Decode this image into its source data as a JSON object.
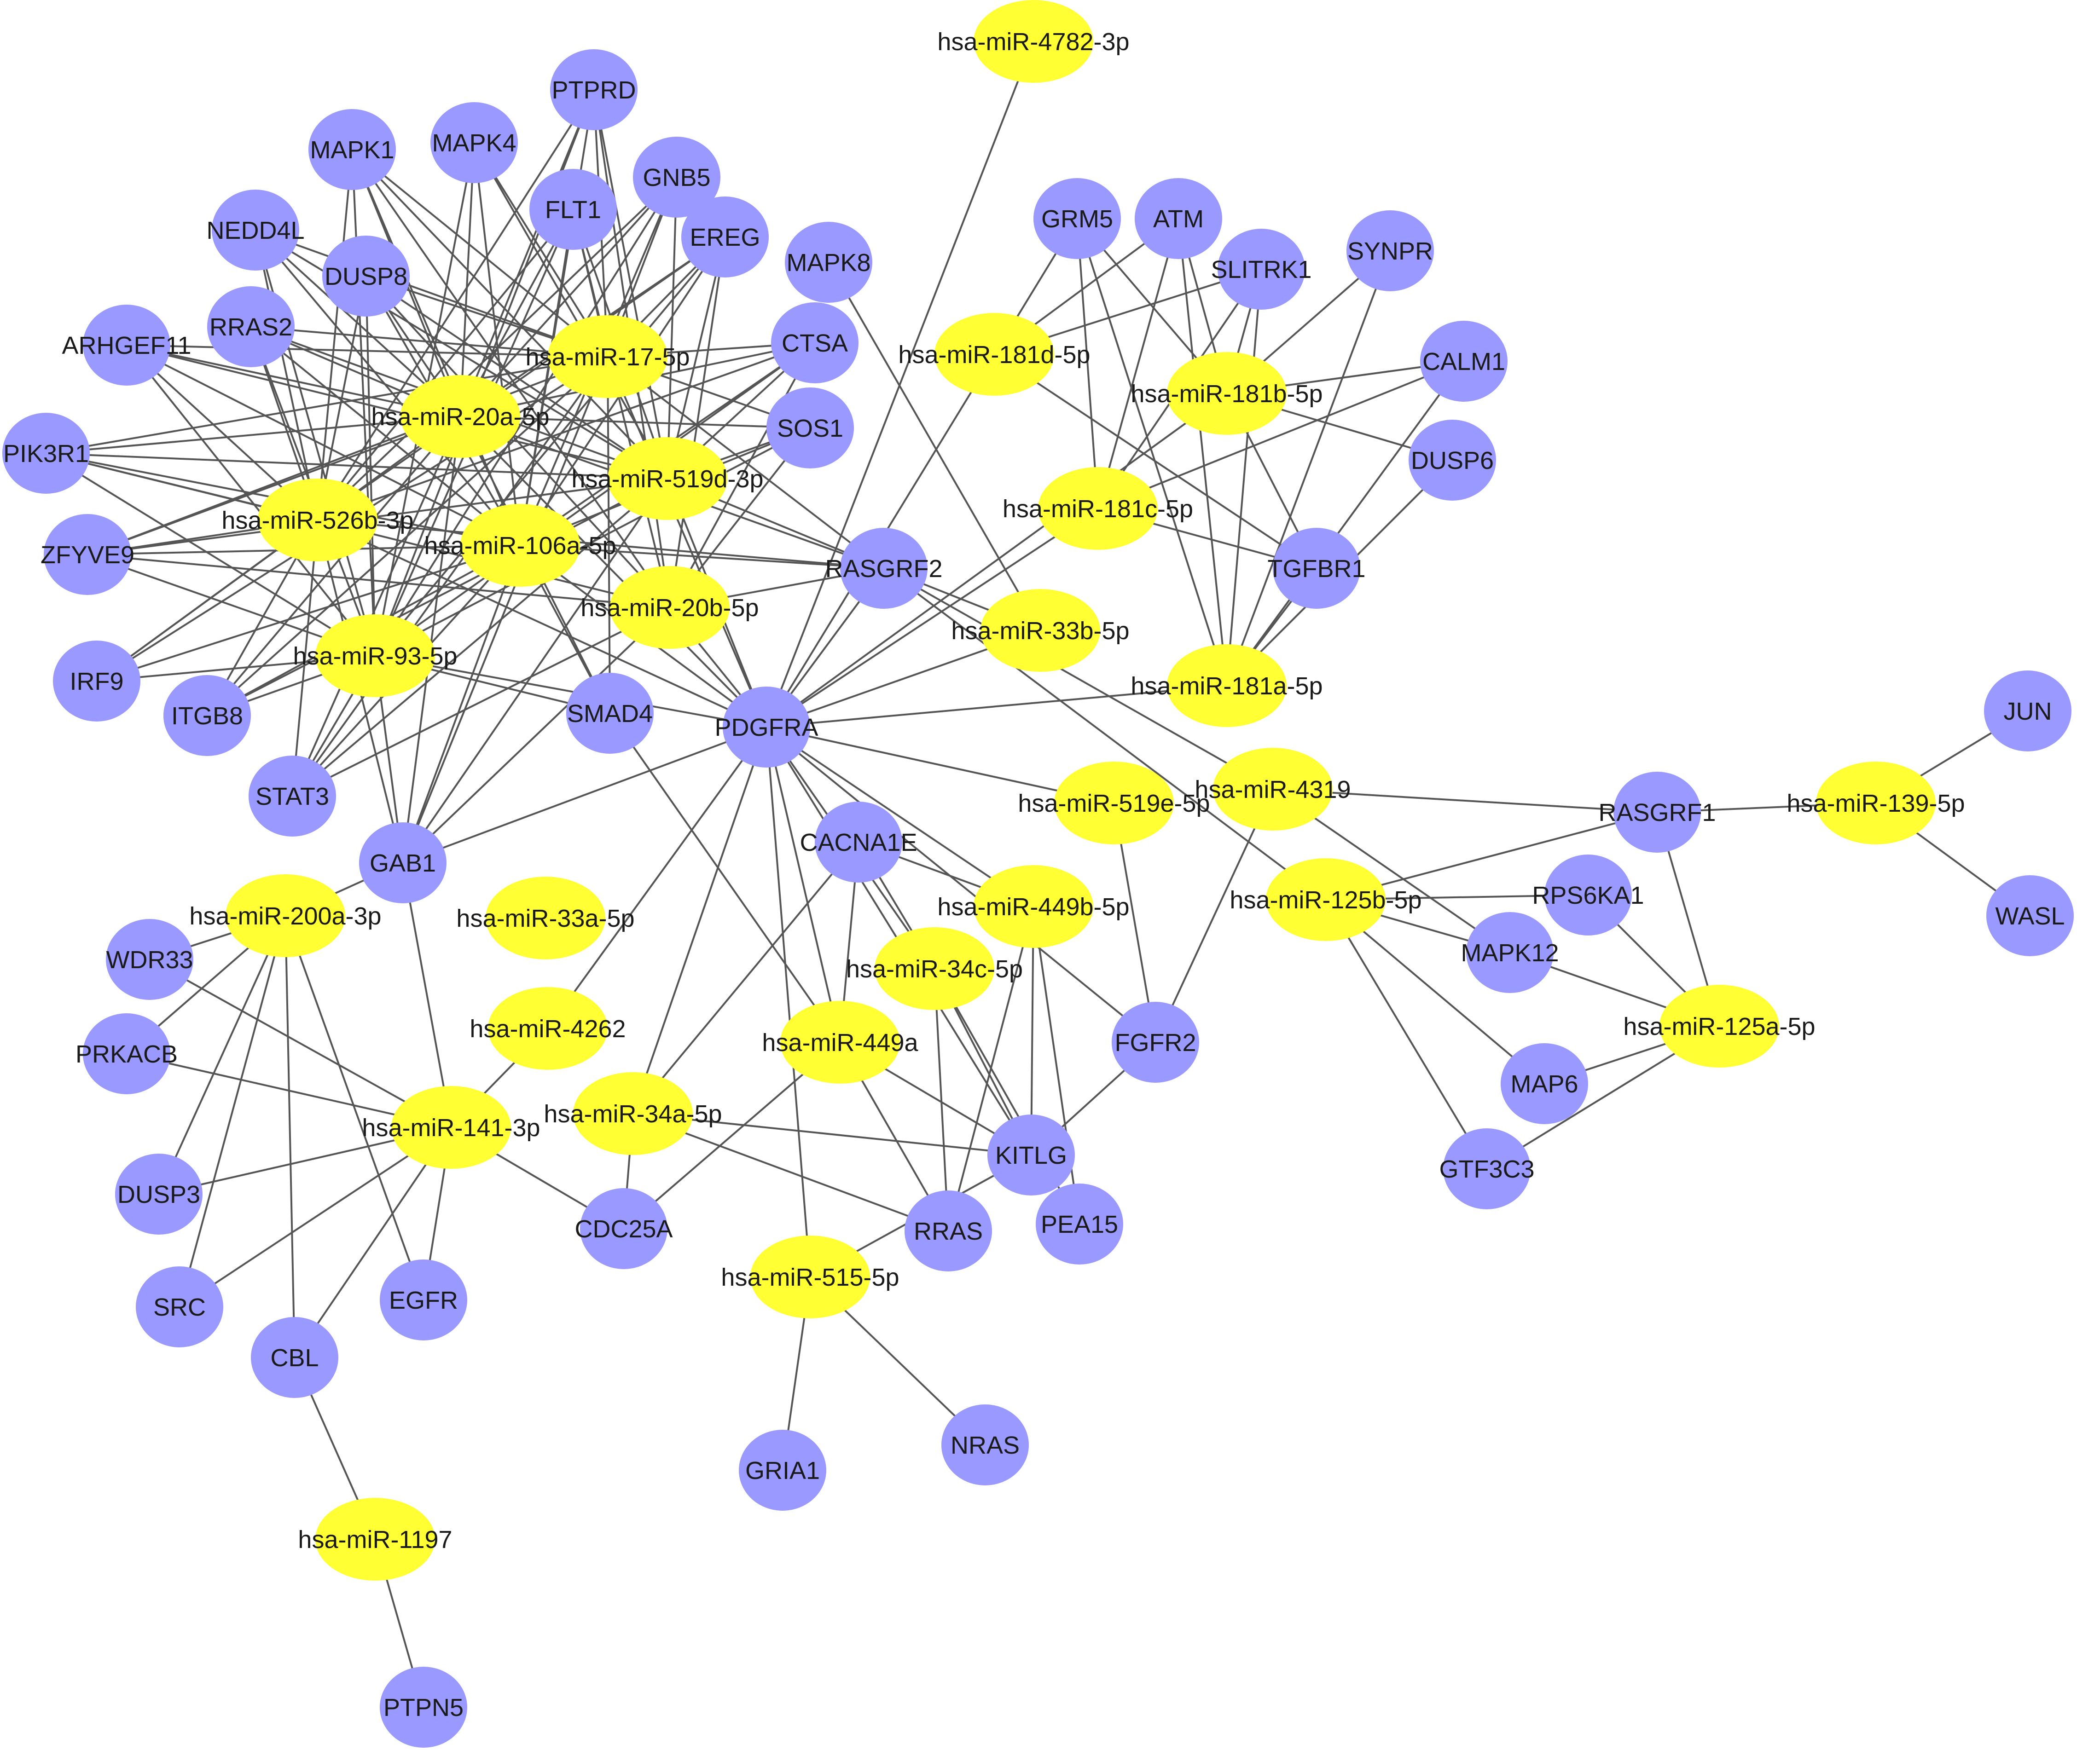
{
  "colors": {
    "gene": "#9999ff",
    "mirna": "#ffff33",
    "edge": "#555555",
    "label": "#1a1a1a"
  },
  "nodes": [
    {
      "id": "hsa-miR-4782-3p",
      "kind": "mirna"
    },
    {
      "id": "PTPRD",
      "kind": "gene"
    },
    {
      "id": "MAPK1",
      "kind": "gene"
    },
    {
      "id": "MAPK4",
      "kind": "gene"
    },
    {
      "id": "GNB5",
      "kind": "gene"
    },
    {
      "id": "FLT1",
      "kind": "gene"
    },
    {
      "id": "EREG",
      "kind": "gene"
    },
    {
      "id": "NEDD4L",
      "kind": "gene"
    },
    {
      "id": "DUSP8",
      "kind": "gene"
    },
    {
      "id": "MAPK8",
      "kind": "gene"
    },
    {
      "id": "GRM5",
      "kind": "gene"
    },
    {
      "id": "ATM",
      "kind": "gene"
    },
    {
      "id": "SLITRK1",
      "kind": "gene"
    },
    {
      "id": "SYNPR",
      "kind": "gene"
    },
    {
      "id": "RRAS2",
      "kind": "gene"
    },
    {
      "id": "ARHGEF11",
      "kind": "gene"
    },
    {
      "id": "hsa-miR-17-5p",
      "kind": "mirna"
    },
    {
      "id": "CTSA",
      "kind": "gene"
    },
    {
      "id": "hsa-miR-181d-5p",
      "kind": "mirna"
    },
    {
      "id": "CALM1",
      "kind": "gene"
    },
    {
      "id": "hsa-miR-181b-5p",
      "kind": "mirna"
    },
    {
      "id": "hsa-miR-20a-5p",
      "kind": "mirna"
    },
    {
      "id": "SOS1",
      "kind": "gene"
    },
    {
      "id": "PIK3R1",
      "kind": "gene"
    },
    {
      "id": "DUSP6",
      "kind": "gene"
    },
    {
      "id": "hsa-miR-519d-3p",
      "kind": "mirna"
    },
    {
      "id": "hsa-miR-181c-5p",
      "kind": "mirna"
    },
    {
      "id": "hsa-miR-526b-3p",
      "kind": "mirna"
    },
    {
      "id": "ZFYVE9",
      "kind": "gene"
    },
    {
      "id": "hsa-miR-106a-5p",
      "kind": "mirna"
    },
    {
      "id": "RASGRF2",
      "kind": "gene"
    },
    {
      "id": "TGFBR1",
      "kind": "gene"
    },
    {
      "id": "hsa-miR-20b-5p",
      "kind": "mirna"
    },
    {
      "id": "hsa-miR-33b-5p",
      "kind": "mirna"
    },
    {
      "id": "hsa-miR-93-5p",
      "kind": "mirna"
    },
    {
      "id": "hsa-miR-181a-5p",
      "kind": "mirna"
    },
    {
      "id": "IRF9",
      "kind": "gene"
    },
    {
      "id": "ITGB8",
      "kind": "gene"
    },
    {
      "id": "SMAD4",
      "kind": "gene"
    },
    {
      "id": "PDGFRA",
      "kind": "gene"
    },
    {
      "id": "JUN",
      "kind": "gene"
    },
    {
      "id": "STAT3",
      "kind": "gene"
    },
    {
      "id": "hsa-miR-4319",
      "kind": "mirna"
    },
    {
      "id": "hsa-miR-519e-5p",
      "kind": "mirna"
    },
    {
      "id": "RASGRF1",
      "kind": "gene"
    },
    {
      "id": "hsa-miR-139-5p",
      "kind": "mirna"
    },
    {
      "id": "CACNA1E",
      "kind": "gene"
    },
    {
      "id": "GAB1",
      "kind": "gene"
    },
    {
      "id": "hsa-miR-200a-3p",
      "kind": "mirna"
    },
    {
      "id": "hsa-miR-33a-5p",
      "kind": "mirna"
    },
    {
      "id": "hsa-miR-449b-5p",
      "kind": "mirna"
    },
    {
      "id": "hsa-miR-125b-5p",
      "kind": "mirna"
    },
    {
      "id": "RPS6KA1",
      "kind": "gene"
    },
    {
      "id": "WASL",
      "kind": "gene"
    },
    {
      "id": "WDR33",
      "kind": "gene"
    },
    {
      "id": "MAPK12",
      "kind": "gene"
    },
    {
      "id": "hsa-miR-34c-5p",
      "kind": "mirna"
    },
    {
      "id": "hsa-miR-125a-5p",
      "kind": "mirna"
    },
    {
      "id": "hsa-miR-4262",
      "kind": "mirna"
    },
    {
      "id": "hsa-miR-449a",
      "kind": "mirna"
    },
    {
      "id": "FGFR2",
      "kind": "gene"
    },
    {
      "id": "PRKACB",
      "kind": "gene"
    },
    {
      "id": "MAP6",
      "kind": "gene"
    },
    {
      "id": "hsa-miR-34a-5p",
      "kind": "mirna"
    },
    {
      "id": "hsa-miR-141-3p",
      "kind": "mirna"
    },
    {
      "id": "KITLG",
      "kind": "gene"
    },
    {
      "id": "GTF3C3",
      "kind": "gene"
    },
    {
      "id": "DUSP3",
      "kind": "gene"
    },
    {
      "id": "CDC25A",
      "kind": "gene"
    },
    {
      "id": "RRAS",
      "kind": "gene"
    },
    {
      "id": "PEA15",
      "kind": "gene"
    },
    {
      "id": "hsa-miR-515-5p",
      "kind": "mirna"
    },
    {
      "id": "SRC",
      "kind": "gene"
    },
    {
      "id": "EGFR",
      "kind": "gene"
    },
    {
      "id": "CBL",
      "kind": "gene"
    },
    {
      "id": "NRAS",
      "kind": "gene"
    },
    {
      "id": "GRIA1",
      "kind": "gene"
    },
    {
      "id": "hsa-miR-1197",
      "kind": "mirna"
    },
    {
      "id": "PTPN5",
      "kind": "gene"
    }
  ],
  "edges": [
    [
      "hsa-miR-4782-3p",
      "PDGFRA"
    ],
    [
      "hsa-miR-17-5p",
      "PTPRD"
    ],
    [
      "hsa-miR-17-5p",
      "MAPK1"
    ],
    [
      "hsa-miR-17-5p",
      "MAPK4"
    ],
    [
      "hsa-miR-17-5p",
      "GNB5"
    ],
    [
      "hsa-miR-17-5p",
      "FLT1"
    ],
    [
      "hsa-miR-17-5p",
      "EREG"
    ],
    [
      "hsa-miR-17-5p",
      "NEDD4L"
    ],
    [
      "hsa-miR-17-5p",
      "DUSP8"
    ],
    [
      "hsa-miR-17-5p",
      "RRAS2"
    ],
    [
      "hsa-miR-17-5p",
      "ARHGEF11"
    ],
    [
      "hsa-miR-17-5p",
      "CTSA"
    ],
    [
      "hsa-miR-17-5p",
      "SOS1"
    ],
    [
      "hsa-miR-17-5p",
      "PIK3R1"
    ],
    [
      "hsa-miR-17-5p",
      "ZFYVE9"
    ],
    [
      "hsa-miR-17-5p",
      "IRF9"
    ],
    [
      "hsa-miR-17-5p",
      "ITGB8"
    ],
    [
      "hsa-miR-17-5p",
      "STAT3"
    ],
    [
      "hsa-miR-17-5p",
      "GAB1"
    ],
    [
      "hsa-miR-17-5p",
      "RASGRF2"
    ],
    [
      "hsa-miR-17-5p",
      "PDGFRA"
    ],
    [
      "hsa-miR-17-5p",
      "SMAD4"
    ],
    [
      "hsa-miR-20a-5p",
      "PTPRD"
    ],
    [
      "hsa-miR-20a-5p",
      "MAPK1"
    ],
    [
      "hsa-miR-20a-5p",
      "MAPK4"
    ],
    [
      "hsa-miR-20a-5p",
      "GNB5"
    ],
    [
      "hsa-miR-20a-5p",
      "FLT1"
    ],
    [
      "hsa-miR-20a-5p",
      "EREG"
    ],
    [
      "hsa-miR-20a-5p",
      "NEDD4L"
    ],
    [
      "hsa-miR-20a-5p",
      "DUSP8"
    ],
    [
      "hsa-miR-20a-5p",
      "RRAS2"
    ],
    [
      "hsa-miR-20a-5p",
      "ARHGEF11"
    ],
    [
      "hsa-miR-20a-5p",
      "CTSA"
    ],
    [
      "hsa-miR-20a-5p",
      "SOS1"
    ],
    [
      "hsa-miR-20a-5p",
      "PIK3R1"
    ],
    [
      "hsa-miR-20a-5p",
      "ZFYVE9"
    ],
    [
      "hsa-miR-20a-5p",
      "IRF9"
    ],
    [
      "hsa-miR-20a-5p",
      "ITGB8"
    ],
    [
      "hsa-miR-20a-5p",
      "STAT3"
    ],
    [
      "hsa-miR-20a-5p",
      "GAB1"
    ],
    [
      "hsa-miR-20a-5p",
      "RASGRF2"
    ],
    [
      "hsa-miR-20a-5p",
      "PDGFRA"
    ],
    [
      "hsa-miR-20a-5p",
      "SMAD4"
    ],
    [
      "hsa-miR-519d-3p",
      "PTPRD"
    ],
    [
      "hsa-miR-519d-3p",
      "MAPK1"
    ],
    [
      "hsa-miR-519d-3p",
      "MAPK4"
    ],
    [
      "hsa-miR-519d-3p",
      "GNB5"
    ],
    [
      "hsa-miR-519d-3p",
      "FLT1"
    ],
    [
      "hsa-miR-519d-3p",
      "EREG"
    ],
    [
      "hsa-miR-519d-3p",
      "NEDD4L"
    ],
    [
      "hsa-miR-519d-3p",
      "DUSP8"
    ],
    [
      "hsa-miR-519d-3p",
      "RRAS2"
    ],
    [
      "hsa-miR-519d-3p",
      "ARHGEF11"
    ],
    [
      "hsa-miR-519d-3p",
      "CTSA"
    ],
    [
      "hsa-miR-519d-3p",
      "SOS1"
    ],
    [
      "hsa-miR-519d-3p",
      "PIK3R1"
    ],
    [
      "hsa-miR-519d-3p",
      "ZFYVE9"
    ],
    [
      "hsa-miR-519d-3p",
      "ITGB8"
    ],
    [
      "hsa-miR-519d-3p",
      "STAT3"
    ],
    [
      "hsa-miR-519d-3p",
      "GAB1"
    ],
    [
      "hsa-miR-519d-3p",
      "RASGRF2"
    ],
    [
      "hsa-miR-519d-3p",
      "PDGFRA"
    ],
    [
      "hsa-miR-526b-3p",
      "PTPRD"
    ],
    [
      "hsa-miR-526b-3p",
      "MAPK1"
    ],
    [
      "hsa-miR-526b-3p",
      "GNB5"
    ],
    [
      "hsa-miR-526b-3p",
      "FLT1"
    ],
    [
      "hsa-miR-526b-3p",
      "EREG"
    ],
    [
      "hsa-miR-526b-3p",
      "NEDD4L"
    ],
    [
      "hsa-miR-526b-3p",
      "DUSP8"
    ],
    [
      "hsa-miR-526b-3p",
      "RRAS2"
    ],
    [
      "hsa-miR-526b-3p",
      "ARHGEF11"
    ],
    [
      "hsa-miR-526b-3p",
      "CTSA"
    ],
    [
      "hsa-miR-526b-3p",
      "PIK3R1"
    ],
    [
      "hsa-miR-526b-3p",
      "ZFYVE9"
    ],
    [
      "hsa-miR-526b-3p",
      "IRF9"
    ],
    [
      "hsa-miR-526b-3p",
      "ITGB8"
    ],
    [
      "hsa-miR-526b-3p",
      "STAT3"
    ],
    [
      "hsa-miR-526b-3p",
      "GAB1"
    ],
    [
      "hsa-miR-526b-3p",
      "RASGRF2"
    ],
    [
      "hsa-miR-526b-3p",
      "PDGFRA"
    ],
    [
      "hsa-miR-106a-5p",
      "PTPRD"
    ],
    [
      "hsa-miR-106a-5p",
      "MAPK1"
    ],
    [
      "hsa-miR-106a-5p",
      "MAPK4"
    ],
    [
      "hsa-miR-106a-5p",
      "GNB5"
    ],
    [
      "hsa-miR-106a-5p",
      "FLT1"
    ],
    [
      "hsa-miR-106a-5p",
      "EREG"
    ],
    [
      "hsa-miR-106a-5p",
      "NEDD4L"
    ],
    [
      "hsa-miR-106a-5p",
      "DUSP8"
    ],
    [
      "hsa-miR-106a-5p",
      "RRAS2"
    ],
    [
      "hsa-miR-106a-5p",
      "ARHGEF11"
    ],
    [
      "hsa-miR-106a-5p",
      "CTSA"
    ],
    [
      "hsa-miR-106a-5p",
      "SOS1"
    ],
    [
      "hsa-miR-106a-5p",
      "PIK3R1"
    ],
    [
      "hsa-miR-106a-5p",
      "ZFYVE9"
    ],
    [
      "hsa-miR-106a-5p",
      "IRF9"
    ],
    [
      "hsa-miR-106a-5p",
      "ITGB8"
    ],
    [
      "hsa-miR-106a-5p",
      "STAT3"
    ],
    [
      "hsa-miR-106a-5p",
      "GAB1"
    ],
    [
      "hsa-miR-106a-5p",
      "RASGRF2"
    ],
    [
      "hsa-miR-106a-5p",
      "PDGFRA"
    ],
    [
      "hsa-miR-106a-5p",
      "SMAD4"
    ],
    [
      "hsa-miR-20b-5p",
      "PTPRD"
    ],
    [
      "hsa-miR-20b-5p",
      "MAPK1"
    ],
    [
      "hsa-miR-20b-5p",
      "FLT1"
    ],
    [
      "hsa-miR-20b-5p",
      "EREG"
    ],
    [
      "hsa-miR-20b-5p",
      "DUSP8"
    ],
    [
      "hsa-miR-20b-5p",
      "CTSA"
    ],
    [
      "hsa-miR-20b-5p",
      "SOS1"
    ],
    [
      "hsa-miR-20b-5p",
      "PIK3R1"
    ],
    [
      "hsa-miR-20b-5p",
      "ZFYVE9"
    ],
    [
      "hsa-miR-20b-5p",
      "GAB1"
    ],
    [
      "hsa-miR-20b-5p",
      "RASGRF2"
    ],
    [
      "hsa-miR-20b-5p",
      "PDGFRA"
    ],
    [
      "hsa-miR-20b-5p",
      "STAT3"
    ],
    [
      "hsa-miR-93-5p",
      "PTPRD"
    ],
    [
      "hsa-miR-93-5p",
      "MAPK1"
    ],
    [
      "hsa-miR-93-5p",
      "MAPK4"
    ],
    [
      "hsa-miR-93-5p",
      "GNB5"
    ],
    [
      "hsa-miR-93-5p",
      "FLT1"
    ],
    [
      "hsa-miR-93-5p",
      "EREG"
    ],
    [
      "hsa-miR-93-5p",
      "NEDD4L"
    ],
    [
      "hsa-miR-93-5p",
      "DUSP8"
    ],
    [
      "hsa-miR-93-5p",
      "RRAS2"
    ],
    [
      "hsa-miR-93-5p",
      "ARHGEF11"
    ],
    [
      "hsa-miR-93-5p",
      "CTSA"
    ],
    [
      "hsa-miR-93-5p",
      "SOS1"
    ],
    [
      "hsa-miR-93-5p",
      "PIK3R1"
    ],
    [
      "hsa-miR-93-5p",
      "ZFYVE9"
    ],
    [
      "hsa-miR-93-5p",
      "IRF9"
    ],
    [
      "hsa-miR-93-5p",
      "ITGB8"
    ],
    [
      "hsa-miR-93-5p",
      "STAT3"
    ],
    [
      "hsa-miR-93-5p",
      "GAB1"
    ],
    [
      "hsa-miR-93-5p",
      "SMAD4"
    ],
    [
      "hsa-miR-93-5p",
      "PDGFRA"
    ],
    [
      "hsa-miR-181d-5p",
      "GRM5"
    ],
    [
      "hsa-miR-181d-5p",
      "ATM"
    ],
    [
      "hsa-miR-181d-5p",
      "SLITRK1"
    ],
    [
      "hsa-miR-181d-5p",
      "PDGFRA"
    ],
    [
      "hsa-miR-181d-5p",
      "TGFBR1"
    ],
    [
      "hsa-miR-181b-5p",
      "GRM5"
    ],
    [
      "hsa-miR-181b-5p",
      "ATM"
    ],
    [
      "hsa-miR-181b-5p",
      "SLITRK1"
    ],
    [
      "hsa-miR-181b-5p",
      "SYNPR"
    ],
    [
      "hsa-miR-181b-5p",
      "CALM1"
    ],
    [
      "hsa-miR-181b-5p",
      "DUSP6"
    ],
    [
      "hsa-miR-181b-5p",
      "TGFBR1"
    ],
    [
      "hsa-miR-181b-5p",
      "PDGFRA"
    ],
    [
      "hsa-miR-181c-5p",
      "GRM5"
    ],
    [
      "hsa-miR-181c-5p",
      "ATM"
    ],
    [
      "hsa-miR-181c-5p",
      "SLITRK1"
    ],
    [
      "hsa-miR-181c-5p",
      "CALM1"
    ],
    [
      "hsa-miR-181c-5p",
      "TGFBR1"
    ],
    [
      "hsa-miR-181c-5p",
      "PDGFRA"
    ],
    [
      "hsa-miR-181a-5p",
      "GRM5"
    ],
    [
      "hsa-miR-181a-5p",
      "ATM"
    ],
    [
      "hsa-miR-181a-5p",
      "SLITRK1"
    ],
    [
      "hsa-miR-181a-5p",
      "SYNPR"
    ],
    [
      "hsa-miR-181a-5p",
      "CALM1"
    ],
    [
      "hsa-miR-181a-5p",
      "DUSP6"
    ],
    [
      "hsa-miR-181a-5p",
      "TGFBR1"
    ],
    [
      "hsa-miR-181a-5p",
      "PDGFRA"
    ],
    [
      "hsa-miR-33b-5p",
      "MAPK8"
    ],
    [
      "hsa-miR-33b-5p",
      "RASGRF2"
    ],
    [
      "hsa-miR-33b-5p",
      "PDGFRA"
    ],
    [
      "hsa-miR-4319",
      "RASGRF2"
    ],
    [
      "hsa-miR-4319",
      "RASGRF1"
    ],
    [
      "hsa-miR-4319",
      "MAPK12"
    ],
    [
      "hsa-miR-4319",
      "FGFR2"
    ],
    [
      "hsa-miR-519e-5p",
      "PDGFRA"
    ],
    [
      "hsa-miR-519e-5p",
      "FGFR2"
    ],
    [
      "hsa-miR-139-5p",
      "RASGRF1"
    ],
    [
      "hsa-miR-139-5p",
      "JUN"
    ],
    [
      "hsa-miR-139-5p",
      "WASL"
    ],
    [
      "hsa-miR-125b-5p",
      "RASGRF2"
    ],
    [
      "hsa-miR-125b-5p",
      "RASGRF1"
    ],
    [
      "hsa-miR-125b-5p",
      "RPS6KA1"
    ],
    [
      "hsa-miR-125b-5p",
      "MAPK12"
    ],
    [
      "hsa-miR-125b-5p",
      "MAP6"
    ],
    [
      "hsa-miR-125b-5p",
      "GTF3C3"
    ],
    [
      "hsa-miR-125a-5p",
      "RASGRF1"
    ],
    [
      "hsa-miR-125a-5p",
      "RPS6KA1"
    ],
    [
      "hsa-miR-125a-5p",
      "MAPK12"
    ],
    [
      "hsa-miR-125a-5p",
      "MAP6"
    ],
    [
      "hsa-miR-125a-5p",
      "GTF3C3"
    ],
    [
      "hsa-miR-449b-5p",
      "PDGFRA"
    ],
    [
      "hsa-miR-449b-5p",
      "CACNA1E"
    ],
    [
      "hsa-miR-449b-5p",
      "KITLG"
    ],
    [
      "hsa-miR-449b-5p",
      "RRAS"
    ],
    [
      "hsa-miR-449b-5p",
      "PEA15"
    ],
    [
      "hsa-miR-34c-5p",
      "PDGFRA"
    ],
    [
      "hsa-miR-34c-5p",
      "CACNA1E"
    ],
    [
      "hsa-miR-34c-5p",
      "KITLG"
    ],
    [
      "hsa-miR-34c-5p",
      "RRAS"
    ],
    [
      "hsa-miR-34c-5p",
      "PEA15"
    ],
    [
      "hsa-miR-449a",
      "PDGFRA"
    ],
    [
      "hsa-miR-449a",
      "CACNA1E"
    ],
    [
      "hsa-miR-449a",
      "KITLG"
    ],
    [
      "hsa-miR-449a",
      "RRAS"
    ],
    [
      "hsa-miR-449a",
      "CDC25A"
    ],
    [
      "hsa-miR-449a",
      "SMAD4"
    ],
    [
      "hsa-miR-34a-5p",
      "PDGFRA"
    ],
    [
      "hsa-miR-34a-5p",
      "CACNA1E"
    ],
    [
      "hsa-miR-34a-5p",
      "KITLG"
    ],
    [
      "hsa-miR-34a-5p",
      "CDC25A"
    ],
    [
      "hsa-miR-34a-5p",
      "RRAS"
    ],
    [
      "hsa-miR-515-5p",
      "PDGFRA"
    ],
    [
      "hsa-miR-515-5p",
      "KITLG"
    ],
    [
      "hsa-miR-515-5p",
      "GRIA1"
    ],
    [
      "hsa-miR-515-5p",
      "NRAS"
    ],
    [
      "hsa-miR-4262",
      "PDGFRA"
    ],
    [
      "hsa-miR-4262",
      "hsa-miR-141-3p"
    ],
    [
      "hsa-miR-200a-3p",
      "GAB1"
    ],
    [
      "hsa-miR-200a-3p",
      "WDR33"
    ],
    [
      "hsa-miR-200a-3p",
      "PRKACB"
    ],
    [
      "hsa-miR-200a-3p",
      "DUSP3"
    ],
    [
      "hsa-miR-200a-3p",
      "SRC"
    ],
    [
      "hsa-miR-200a-3p",
      "CBL"
    ],
    [
      "hsa-miR-200a-3p",
      "EGFR"
    ],
    [
      "hsa-miR-141-3p",
      "GAB1"
    ],
    [
      "hsa-miR-141-3p",
      "WDR33"
    ],
    [
      "hsa-miR-141-3p",
      "PRKACB"
    ],
    [
      "hsa-miR-141-3p",
      "DUSP3"
    ],
    [
      "hsa-miR-141-3p",
      "SRC"
    ],
    [
      "hsa-miR-141-3p",
      "CBL"
    ],
    [
      "hsa-miR-141-3p",
      "EGFR"
    ],
    [
      "hsa-miR-141-3p",
      "CDC25A"
    ],
    [
      "hsa-miR-1197",
      "CBL"
    ],
    [
      "hsa-miR-1197",
      "PTPN5"
    ],
    [
      "PDGFRA",
      "GAB1"
    ],
    [
      "PDGFRA",
      "RASGRF2"
    ],
    [
      "PDGFRA",
      "FGFR2"
    ],
    [
      "PDGFRA",
      "KITLG"
    ],
    [
      "KITLG",
      "FGFR2"
    ]
  ]
}
